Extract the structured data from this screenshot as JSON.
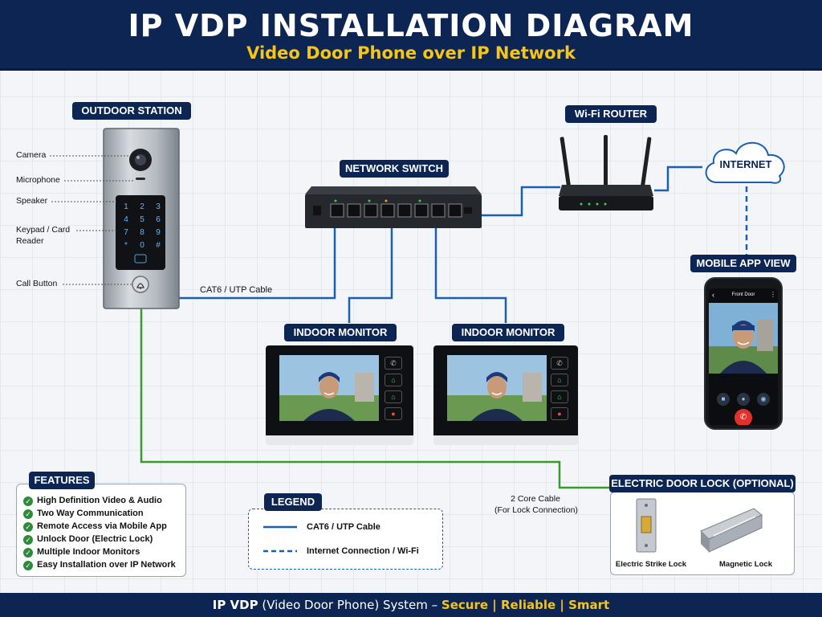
{
  "header": {
    "title": "IP VDP INSTALLATION DIAGRAM",
    "subtitle": "Video Door Phone over IP Network"
  },
  "labels": {
    "outdoor_station": "OUTDOOR STATION",
    "network_switch": "NETWORK SWITCH",
    "wifi_router": "Wi-Fi ROUTER",
    "internet": "INTERNET",
    "mobile_app_view": "MOBILE APP VIEW",
    "indoor_monitor": "INDOOR MONITOR",
    "electric_door_lock": "ELECTRIC DOOR LOCK (OPTIONAL)"
  },
  "callouts": {
    "camera": "Camera",
    "microphone": "Microphone",
    "speaker": "Speaker",
    "keypad_line1": "Keypad / Card",
    "keypad_line2": "Reader",
    "call_button": "Call Button"
  },
  "keypad": [
    "1",
    "2",
    "3",
    "4",
    "5",
    "6",
    "7",
    "8",
    "9",
    "*",
    "0",
    "#"
  ],
  "cables": {
    "cat6": "CAT6 / UTP Cable",
    "two_core_line1": "2 Core Cable",
    "two_core_line2": "(For Lock Connection)"
  },
  "phone": {
    "screen_title": "Front Door"
  },
  "features": {
    "title": "FEATURES",
    "items": [
      "High Definition Video & Audio",
      "Two Way Communication",
      "Remote Access via Mobile App",
      "Unlock Door (Electric Lock)",
      "Multiple Indoor Monitors",
      "Easy Installation over IP Network"
    ]
  },
  "legend": {
    "title": "LEGEND",
    "solid": "CAT6 / UTP Cable",
    "dashed": "Internet Connection / Wi-Fi"
  },
  "locks": {
    "strike": "Electric Strike Lock",
    "magnetic": "Magnetic Lock"
  },
  "footer": {
    "part1": "IP VDP",
    "part2": " (Video Door Phone) System – ",
    "part3": "Secure",
    "sep1": " | ",
    "part4": "Reliable",
    "sep2": " | ",
    "part5": "Smart"
  },
  "colors": {
    "navy": "#0d2552",
    "gold": "#f5c518",
    "cable_blue": "#1a5fb4",
    "cable_green": "#3a9a2e",
    "check_green": "#2e8b3a"
  }
}
